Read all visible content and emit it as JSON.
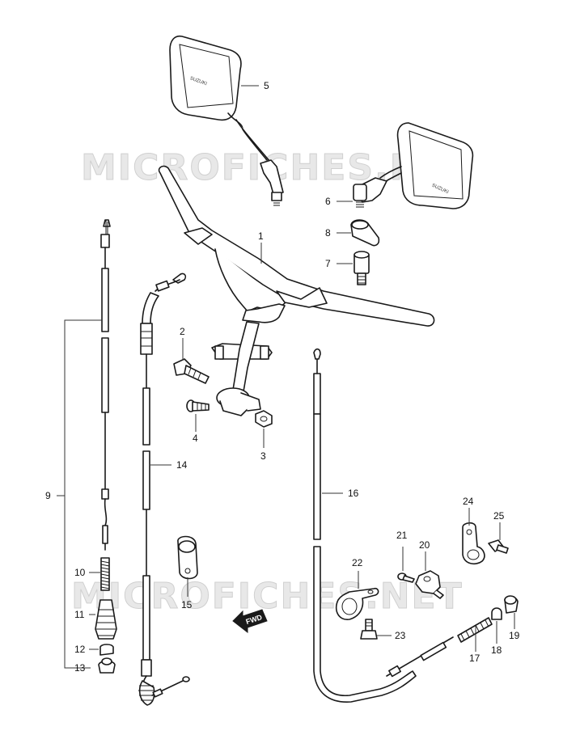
{
  "watermark": {
    "text": "MICROFICHES.NET"
  },
  "mirror_logo": "SUZUKI",
  "fwd_label": "FWD",
  "callouts": [
    {
      "id": "c1",
      "label": "1"
    },
    {
      "id": "c2",
      "label": "2"
    },
    {
      "id": "c3",
      "label": "3"
    },
    {
      "id": "c4",
      "label": "4"
    },
    {
      "id": "c5",
      "label": "5"
    },
    {
      "id": "c6",
      "label": "6"
    },
    {
      "id": "c7",
      "label": "7"
    },
    {
      "id": "c8",
      "label": "8"
    },
    {
      "id": "c9",
      "label": "9"
    },
    {
      "id": "c10",
      "label": "10"
    },
    {
      "id": "c11",
      "label": "11"
    },
    {
      "id": "c12",
      "label": "12"
    },
    {
      "id": "c13",
      "label": "13"
    },
    {
      "id": "c14",
      "label": "14"
    },
    {
      "id": "c15",
      "label": "15"
    },
    {
      "id": "c16",
      "label": "16"
    },
    {
      "id": "c17",
      "label": "17"
    },
    {
      "id": "c18",
      "label": "18"
    },
    {
      "id": "c19",
      "label": "19"
    },
    {
      "id": "c20",
      "label": "20"
    },
    {
      "id": "c21",
      "label": "21"
    },
    {
      "id": "c22",
      "label": "22"
    },
    {
      "id": "c23",
      "label": "23"
    },
    {
      "id": "c24",
      "label": "24"
    },
    {
      "id": "c25",
      "label": "25"
    }
  ]
}
